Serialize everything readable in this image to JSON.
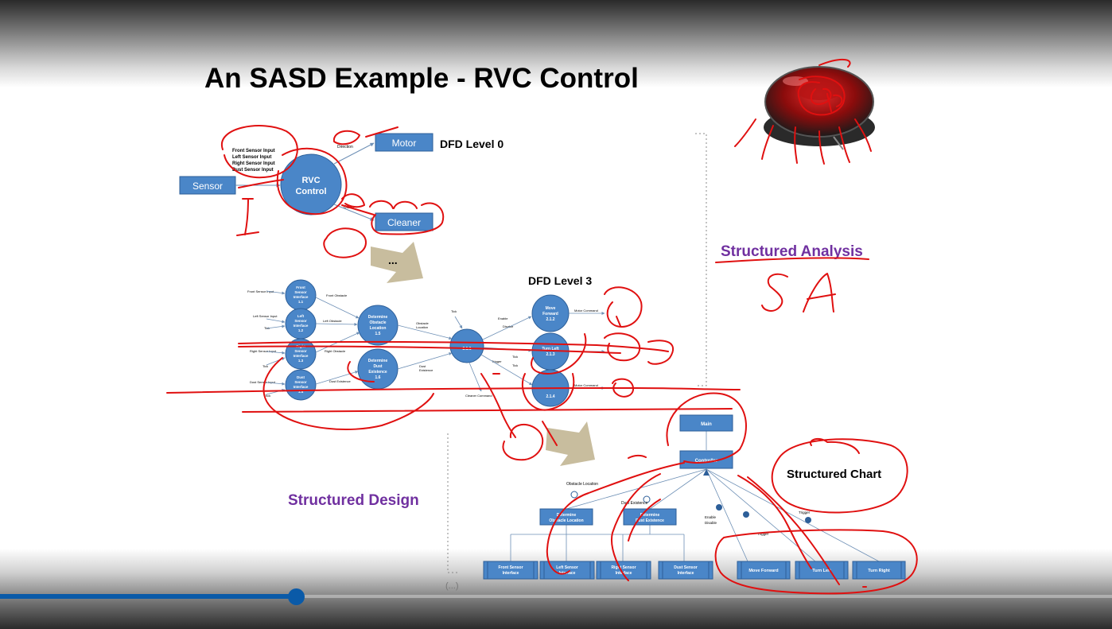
{
  "slide": {
    "title": "An SASD Example - RVC Control",
    "dfd0": {
      "label": "DFD Level 0",
      "sensor": "Sensor",
      "motor": "Motor",
      "cleaner": "Cleaner",
      "rvc_line1": "RVC",
      "rvc_line2": "Control",
      "inputs": [
        "Front Sensor Input",
        "Left Sensor Input",
        "Right Sensor Input",
        "Dust Sensor Input"
      ],
      "direction": "Direction",
      "clean": "Clean"
    },
    "arrow_ellipsis": "...",
    "dfd3": {
      "label": "DFD Level 3",
      "inputs": [
        "Front Sensor Input",
        "Left Sensor Input",
        "Right Sensor Input",
        "Dust Sensor Input"
      ],
      "tick": "Tick",
      "interfaces": [
        {
          "l1": "Front",
          "l2": "Sensor",
          "l3": "Interface",
          "l4": "1.1"
        },
        {
          "l1": "Left",
          "l2": "Sensor",
          "l3": "Interface",
          "l4": "1.2"
        },
        {
          "l1": "Right",
          "l2": "Sensor",
          "l3": "Interface",
          "l4": "1.3"
        },
        {
          "l1": "Dust",
          "l2": "Sensor",
          "l3": "Interface",
          "l4": "1.4"
        }
      ],
      "obstacle_flows": [
        "Front Obstacle",
        "Left Obstacle",
        "Right Obstacle",
        "Dust Existence"
      ],
      "determine_obstacle": {
        "l1": "Determine",
        "l2": "Obstacle",
        "l3": "Location",
        "l4": "1.5"
      },
      "determine_dust": {
        "l1": "Determine",
        "l2": "Dust",
        "l3": "Existence",
        "l4": "1.6"
      },
      "obstacle_location": {
        "l1": "Obstacle",
        "l2": "Location"
      },
      "dust_existence": {
        "l1": "Dust",
        "l2": "Existence"
      },
      "controller_num": "2.1.1",
      "enable": "Enable",
      "disable": "Disable",
      "trigger": "Trigger",
      "cleaner_command": "Cleaner Command",
      "motor_command": "Motor Command",
      "move_forward": {
        "l1": "Move",
        "l2": "Forward",
        "l3": "2.1.2"
      },
      "turn_left": {
        "l1": "Turn Left",
        "l2": "2.1.3"
      },
      "turn_right_num": "2.1.4"
    },
    "sa_label": "Structured Analysis",
    "sd_label": "Structured Design",
    "sc_label": "Structured Chart",
    "sc": {
      "main": "Main",
      "controller": "Controller",
      "obstacle_location": "Obstacle Location",
      "dust_existence": "Dust Existence",
      "enable": "Enable",
      "disable": "Disable",
      "trigger": "Trigger",
      "determine_obstacle": {
        "l1": "Determine",
        "l2": "Obstacle Location"
      },
      "determine_dust": {
        "l1": "Determine",
        "l2": "Dust Existence"
      },
      "front": {
        "l1": "Front Sensor",
        "l2": "Interface"
      },
      "left": {
        "l1": "Left Sensor",
        "l2": "Interface"
      },
      "right": {
        "l1": "Right Sensor",
        "l2": "Interface"
      },
      "dust": {
        "l1": "Dust Sensor",
        "l2": "Interface"
      },
      "move_forward": "Move Forward",
      "turn_left": "Turn Left",
      "turn_right": "Turn Right"
    },
    "continuation": "(...)"
  },
  "player": {
    "progress": 0.266
  },
  "colors": {
    "box_blue": "#4a86c8",
    "box_border": "#2d5f99",
    "ink_red": "#e01010",
    "label_purple": "#7030a0",
    "arrow_khaki": "#c8bd9e",
    "seek_blue": "#0a5aa8"
  }
}
